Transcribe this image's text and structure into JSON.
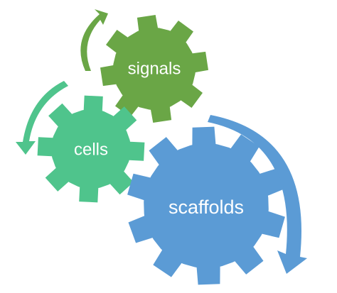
{
  "gears": [
    {
      "id": "signals",
      "label": "signals",
      "color": "#6aa646"
    },
    {
      "id": "cells",
      "label": "cells",
      "color": "#4fc48c"
    },
    {
      "id": "scaffolds",
      "label": "scaffolds",
      "color": "#5b9bd5"
    }
  ],
  "arrows": [
    {
      "id": "signals-arrow",
      "color": "#6aa646"
    },
    {
      "id": "cells-arrow",
      "color": "#4fc48c"
    },
    {
      "id": "scaffolds-arrow",
      "color": "#5b9bd5"
    }
  ]
}
